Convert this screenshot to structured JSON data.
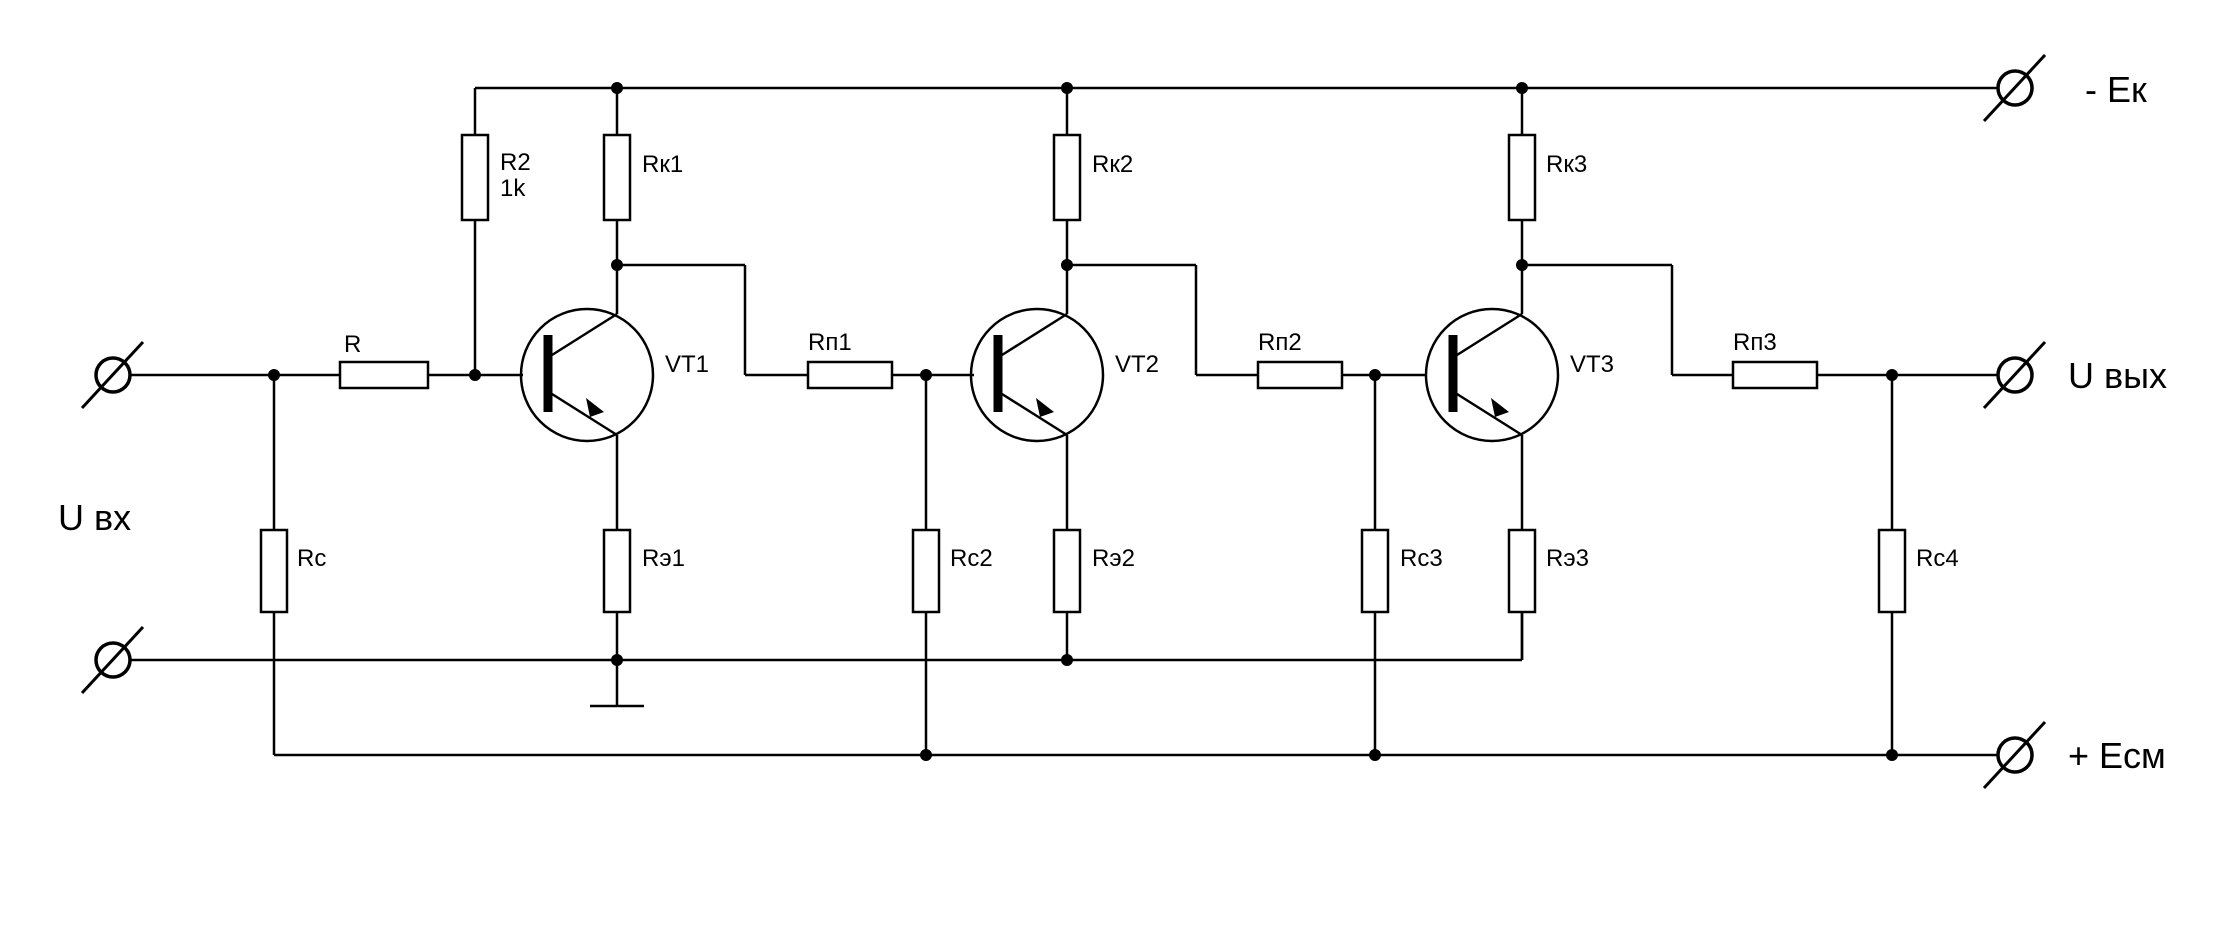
{
  "labels": {
    "input_voltage": "U вх",
    "output_voltage": "U вых",
    "supply_neg": "- Eк",
    "supply_pos": "+ Eсм"
  },
  "resistors": {
    "r": "R",
    "r2_name": "R2",
    "r2_value": "1k",
    "rc": "Rc",
    "rk1": "Rк1",
    "re1": "Rэ1",
    "rp1": "Rп1",
    "rc2": "Rc2",
    "rk2": "Rк2",
    "re2": "Rэ2",
    "rp2": "Rп2",
    "rc3": "Rc3",
    "rk3": "Rк3",
    "re3": "Rэ3",
    "rp3": "Rп3",
    "rc4": "Rc4"
  },
  "transistors": {
    "vt1": "VT1",
    "vt2": "VT2",
    "vt3": "VT3"
  }
}
